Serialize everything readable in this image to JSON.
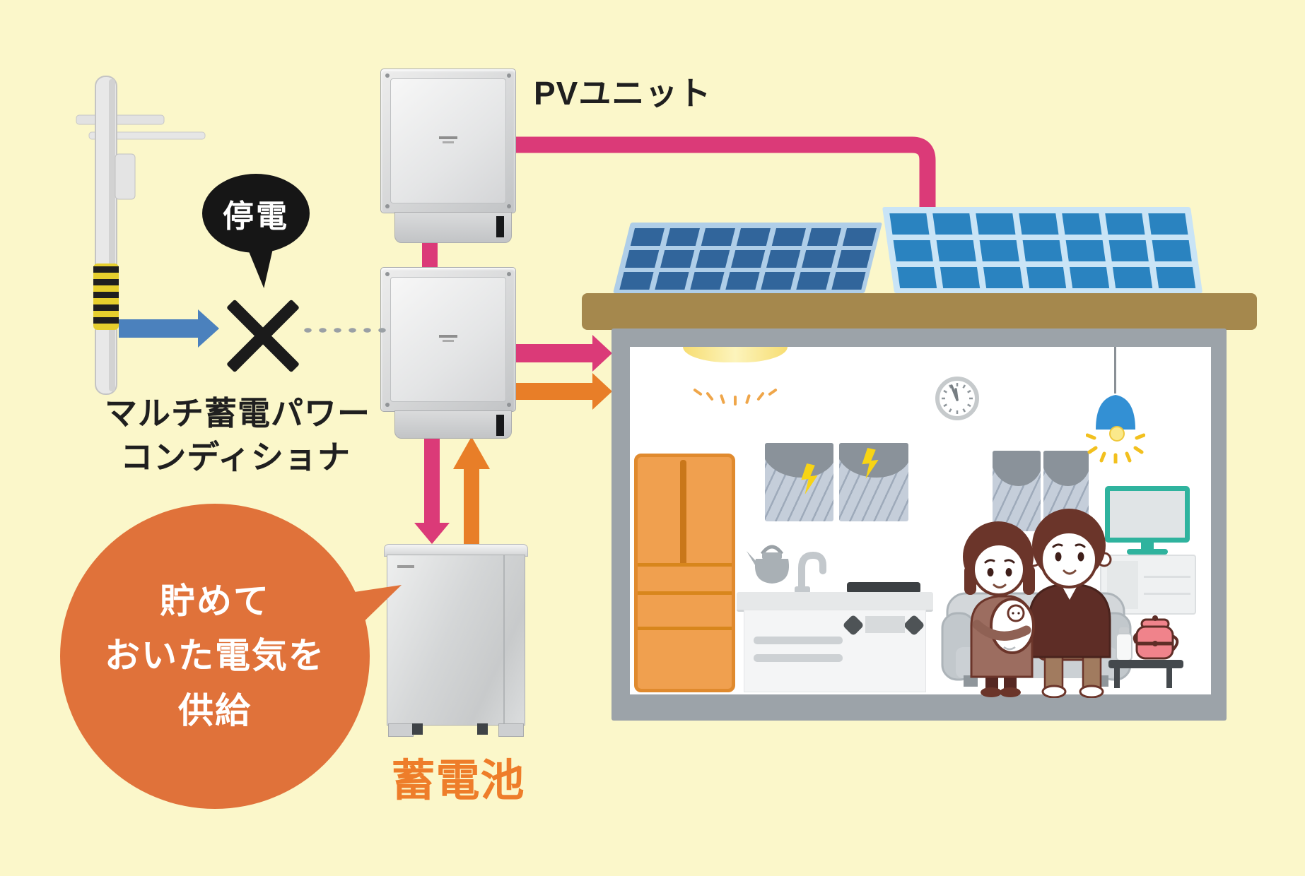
{
  "labels": {
    "pv_unit": "PVユニット",
    "power_outage": "停電",
    "conditioner_line1": "マルチ蓄電パワー",
    "conditioner_line2": "コンディショナ",
    "battery": "蓄電池",
    "supply_line1": "貯めて",
    "supply_line2": "おいた電気を",
    "supply_line3": "供給"
  },
  "colors": {
    "background": "#FBF7CA",
    "pv_flow_pink": "#DB3A78",
    "battery_flow_orange": "#E87E28",
    "grid_arrow_blue": "#4B81BD",
    "outage_black": "#1B1B1B",
    "supply_bubble_orange": "#E0723A",
    "battery_label_orange": "#EE7D2A",
    "roof_brown": "#A5884D",
    "wall_gray": "#9CA3A9",
    "solar_dark_blue": "#31659B",
    "solar_light_blue": "#2A83C0",
    "tv_teal": "#2FB39E",
    "lamp_blue": "#3390D4",
    "lightning_yellow": "#F8D414"
  },
  "icons": {
    "utility-pole-icon": "css-shape",
    "outage-x-icon": "✕",
    "outage-bubble-icon": "speech-ellipse",
    "grid-power-arrow-icon": "→",
    "pv-power-arrow-icon": "→",
    "battery-power-arrow-icon": "⇅",
    "dotted-disconnect-icon": "┈",
    "solar-panel-icon": "▦",
    "clock-icon": "🕛",
    "ceiling-light-icon": "☼",
    "pendant-lamp-icon": "💡",
    "lightning-icon": "⚡",
    "window-rain-icon": "🌧",
    "refrigerator-icon": "css-shape",
    "kitchen-counter-icon": "css-shape",
    "kettle-icon": "css-shape",
    "faucet-icon": "css-shape",
    "sofa-icon": "css-shape",
    "family-icon": "👪",
    "baby-icon": "👶",
    "tv-icon": "css-shape",
    "tv-cabinet-icon": "css-shape",
    "side-table-icon": "css-shape",
    "teapot-icon": "🫖",
    "baby-bottle-icon": "🍼"
  }
}
